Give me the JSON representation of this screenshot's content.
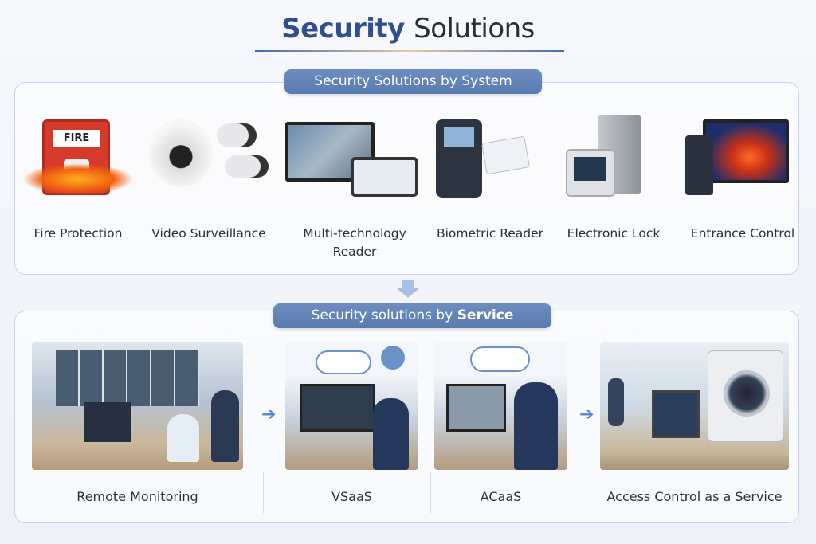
{
  "title": {
    "part1": "Security",
    "part2": "Solutions"
  },
  "system_section": {
    "heading": "Security Solutions by System",
    "items": [
      {
        "label": "Fire Protection",
        "sign": "FIRE",
        "icon": "fire-alarm-icon"
      },
      {
        "label": "Video Surveillance",
        "icon": "cctv-camera-icon"
      },
      {
        "label": "Multi-technology",
        "label2": "Reader",
        "icon": "monitor-reader-icon"
      },
      {
        "label": "Biometric Reader",
        "icon": "biometric-reader-icon"
      },
      {
        "label": "Electronic Lock",
        "icon": "electronic-lock-icon"
      },
      {
        "label": "Entrance Control",
        "icon": "thermal-screen-icon"
      }
    ]
  },
  "service_section": {
    "heading_pre": "Security solutions by",
    "heading_bold": "Service",
    "items": [
      {
        "label": "Remote Monitoring"
      },
      {
        "label": "VSaaS"
      },
      {
        "label": "ACaaS"
      },
      {
        "label": "Access Control as a Service"
      }
    ]
  },
  "colors": {
    "accent": "#2f4f8f",
    "pill": "#5f80b5",
    "border": "#c6d3ec"
  }
}
